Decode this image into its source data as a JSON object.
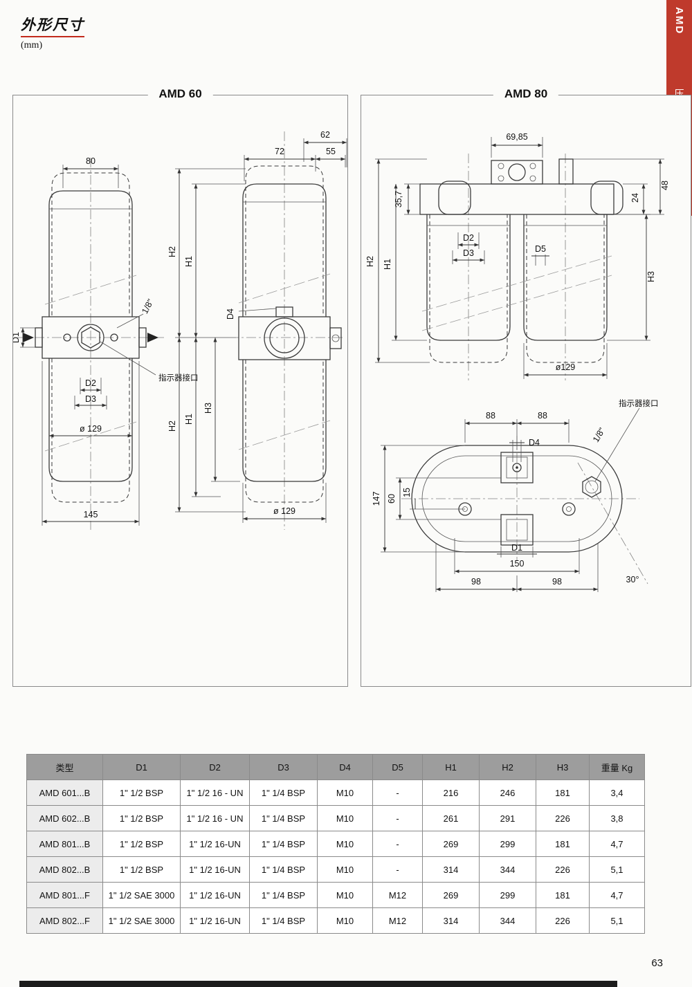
{
  "page": {
    "title_cn": "外形尺寸",
    "unit": "(mm)",
    "page_number": "63",
    "sidebar": {
      "tab": "AMD",
      "vertical_label": "压力过滤器"
    }
  },
  "amd60": {
    "title": "AMD 60",
    "labels": {
      "w80": "80",
      "w62": "62",
      "w72": "72",
      "w55": "55",
      "h2_top": "H2",
      "h1_top": "H1",
      "d4": "D4",
      "thread": "1/8\"",
      "d1": "D1",
      "indicator_port": "指示器接口",
      "d2": "D2",
      "d3": "D3",
      "dia_front": "ø 129",
      "h2_bottom": "H2",
      "h1_bottom": "H1",
      "h3": "H3",
      "dia_side": "ø 129",
      "w145": "145"
    }
  },
  "amd80": {
    "title": "AMD 80",
    "labels": {
      "w6985": "69,85",
      "h357": "35,7",
      "h48": "48",
      "h24": "24",
      "h2": "H2",
      "h1": "H1",
      "d2": "D2",
      "d3": "D3",
      "d5": "D5",
      "h3": "H3",
      "dia": "ø129",
      "w88a": "88",
      "w88b": "88",
      "d4": "D4",
      "thread": "1/8\"",
      "indicator_port": "指示器接口",
      "h147": "147",
      "h60": "60",
      "h15": "15",
      "d1": "D1",
      "w150": "150",
      "w98a": "98",
      "w98b": "98",
      "angle30": "30°"
    }
  },
  "table": {
    "headers": [
      "类型",
      "D1",
      "D2",
      "D3",
      "D4",
      "D5",
      "H1",
      "H2",
      "H3",
      "重量 Kg"
    ],
    "rows": [
      [
        "AMD 601...B",
        "1\" 1/2 BSP",
        "1\" 1/2 16 - UN",
        "1\" 1/4 BSP",
        "M10",
        "-",
        "216",
        "246",
        "181",
        "3,4"
      ],
      [
        "AMD 602...B",
        "1\" 1/2 BSP",
        "1\" 1/2 16 - UN",
        "1\" 1/4 BSP",
        "M10",
        "-",
        "261",
        "291",
        "226",
        "3,8"
      ],
      [
        "AMD 801...B",
        "1\" 1/2 BSP",
        "1\" 1/2 16-UN",
        "1\" 1/4 BSP",
        "M10",
        "-",
        "269",
        "299",
        "181",
        "4,7"
      ],
      [
        "AMD 802...B",
        "1\" 1/2 BSP",
        "1\" 1/2 16-UN",
        "1\" 1/4 BSP",
        "M10",
        "-",
        "314",
        "344",
        "226",
        "5,1"
      ],
      [
        "AMD 801...F",
        "1\" 1/2 SAE 3000",
        "1\" 1/2 16-UN",
        "1\" 1/4 BSP",
        "M10",
        "M12",
        "269",
        "299",
        "181",
        "4,7"
      ],
      [
        "AMD 802...F",
        "1\" 1/2 SAE 3000",
        "1\" 1/2 16-UN",
        "1\" 1/4 BSP",
        "M10",
        "M12",
        "314",
        "344",
        "226",
        "5,1"
      ]
    ]
  }
}
